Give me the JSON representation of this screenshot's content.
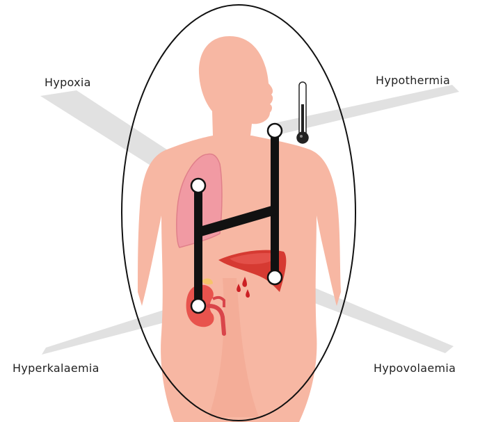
{
  "labels": {
    "top_left": "Hypoxia",
    "top_right": "Hypothermia",
    "bottom_left": "Hyperkalaemia",
    "bottom_right": "Hypovolaemia"
  },
  "colors": {
    "skin": "#f7b7a3",
    "skin_shade": "#f2a48d",
    "lung": "#f19aa3",
    "liver": "#d63a32",
    "kidney": "#e8534d",
    "blood": "#cc1f24",
    "connector": "#111111",
    "beam": "#c8c8c8",
    "outline": "#111111"
  },
  "icons": [
    "thermometer-icon",
    "blood-drop-icon",
    "node-circle-icon"
  ]
}
